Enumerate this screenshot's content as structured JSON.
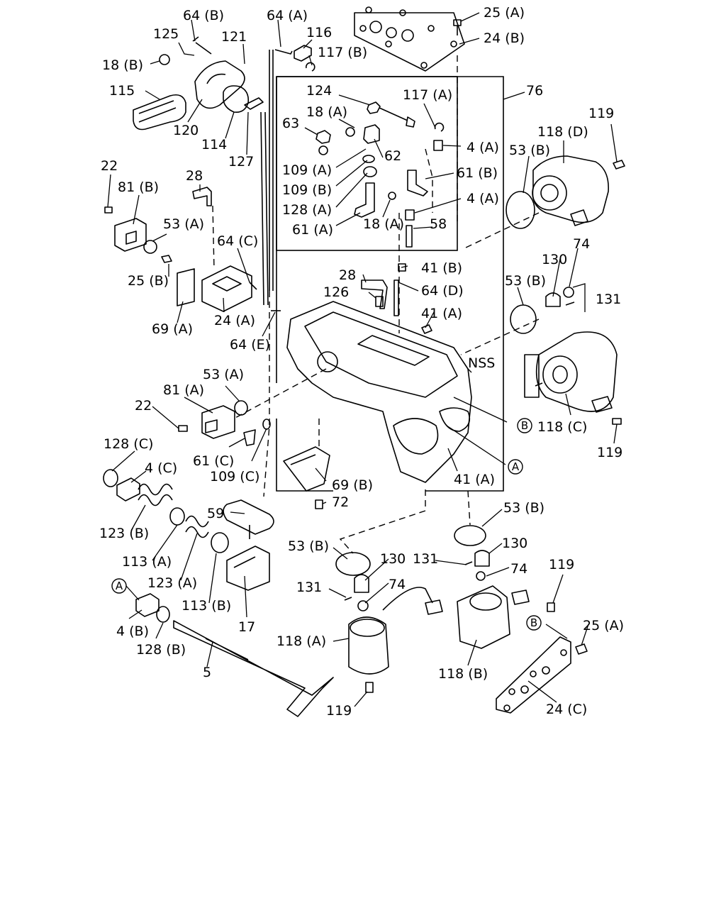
{
  "labels": {
    "p64B": "64 (B)",
    "p64A": "64 (A)",
    "p125": "125",
    "p121": "121",
    "p116": "116",
    "p117B": "117 (B)",
    "p18B": "18 (B)",
    "p115": "115",
    "p120": "120",
    "p114": "114",
    "p127": "127",
    "p25A_top": "25 (A)",
    "p24B": "24 (B)",
    "p76": "76",
    "p124": "124",
    "p117A": "117 (A)",
    "p18A_top": "18 (A)",
    "p63": "63",
    "p62": "62",
    "p4A_1": "4 (A)",
    "p109A": "109 (A)",
    "p109B": "109 (B)",
    "p61B": "61 (B)",
    "p128A": "128 (A)",
    "p4A_2": "4 (A)",
    "p18A_mid": "18 (A)",
    "p61A": "61 (A)",
    "p58": "58",
    "p119_top": "119",
    "p118D": "118 (D)",
    "p53B_1": "53 (B)",
    "p22_top": "22",
    "p81B": "81 (B)",
    "p28_left": "28",
    "p53A_top": "53 (A)",
    "p64C": "64 (C)",
    "p25B": "25 (B)",
    "p69A": "69 (A)",
    "p24A": "24 (A)",
    "p64E": "64 (E)",
    "p130_top": "130",
    "p74_top": "74",
    "p53B_2": "53 (B)",
    "p131_top": "131",
    "p28_mid": "28",
    "p41B": "41 (B)",
    "p126": "126",
    "p64D": "64 (D)",
    "p41A_1": "41 (A)",
    "pNSS": "NSS",
    "p118C": "118 (C)",
    "p119_mid": "119",
    "p53A_mid": "53 (A)",
    "p81A": "81 (A)",
    "p22_mid": "22",
    "p61C": "61 (C)",
    "p109C": "109 (C)",
    "p128C": "128 (C)",
    "p4C": "4 (C)",
    "p69B": "69 (B)",
    "p72": "72",
    "p41A_2": "41 (A)",
    "p59": "59",
    "p123B": "123 (B)",
    "p113A": "113 (A)",
    "p123A": "123 (A)",
    "p113B": "113 (B)",
    "p17": "17",
    "p4B": "4 (B)",
    "p128B": "128 (B)",
    "p5": "5",
    "p53B_3": "53 (B)",
    "p130_mid": "130",
    "p131_mid": "131",
    "p74_mid": "74",
    "p118A": "118 (A)",
    "p119_bot": "119",
    "p53B_4": "53 (B)",
    "p130_right": "130",
    "p131_right": "131",
    "p74_right": "74",
    "p119_right": "119",
    "p118B": "118 (B)",
    "p25A_bot": "25 (A)",
    "p24C": "24 (C)"
  },
  "markers": {
    "A": "A",
    "B": "B"
  }
}
